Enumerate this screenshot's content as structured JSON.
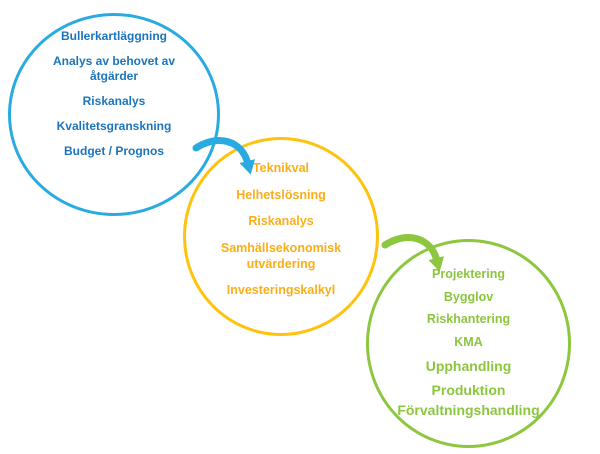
{
  "diagram": {
    "background_color": "#FFFFFF",
    "circles": [
      {
        "id": "blue-phase",
        "stroke_color": "#29ABE2",
        "text_color": "#1C75BC",
        "items": [
          "Bullerkartläggning",
          "Analys av behovet av åtgärder",
          "Riskanalys",
          "Kvalitetsgranskning",
          "Budget / Prognos"
        ]
      },
      {
        "id": "yellow-phase",
        "stroke_color": "#FFC20E",
        "text_color": "#FBAE17",
        "items": [
          "Teknikval",
          "Helhetslösning",
          "Riskanalys",
          "Samhällsekonomisk utvärdering",
          "Investeringskalkyl"
        ]
      },
      {
        "id": "green-phase",
        "stroke_color": "#8DC63F",
        "text_color": "#8CC63F",
        "items": [
          "Projektering",
          "Bygglov",
          "Riskhantering",
          "KMA",
          "Upphandling",
          "Produktion",
          "Förvaltningshandling"
        ]
      }
    ],
    "arrows": [
      {
        "id": "blue-to-yellow",
        "color": "#29ABE2"
      },
      {
        "id": "yellow-to-green",
        "color": "#8DC63F"
      }
    ]
  }
}
